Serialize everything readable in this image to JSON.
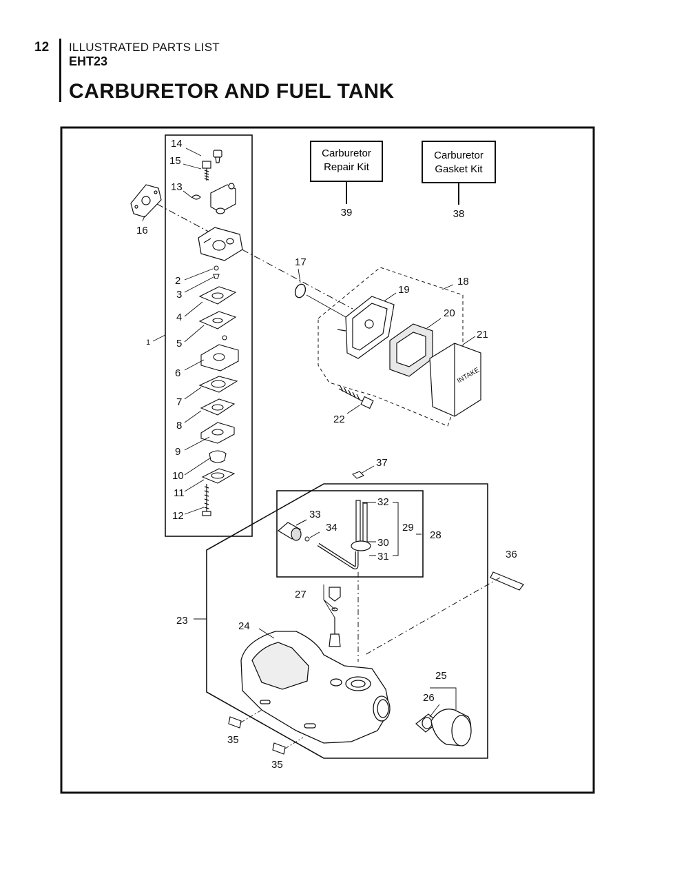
{
  "header": {
    "page_number": "12",
    "section": "ILLUSTRATED PARTS LIST",
    "model": "EHT23",
    "title": "CARBURETOR AND FUEL TANK"
  },
  "kits": {
    "repair_line1": "Carburetor",
    "repair_line2": "Repair Kit",
    "repair_ref": "39",
    "gasket_line1": "Carburetor",
    "gasket_line2": "Gasket Kit",
    "gasket_ref": "38"
  },
  "callouts": {
    "c1": "1",
    "c2": "2",
    "c3": "3",
    "c4": "4",
    "c5": "5",
    "c6": "6",
    "c7": "7",
    "c8": "8",
    "c9": "9",
    "c10": "10",
    "c11": "11",
    "c12": "12",
    "c13": "13",
    "c14": "14",
    "c15": "15",
    "c16": "16",
    "c17": "17",
    "c18": "18",
    "c19": "19",
    "c20": "20",
    "c21": "21",
    "c22": "22",
    "c23": "23",
    "c24": "24",
    "c25": "25",
    "c26": "26",
    "c27": "27",
    "c28": "28",
    "c29": "29",
    "c30": "30",
    "c31": "31",
    "c32": "32",
    "c33": "33",
    "c34": "34",
    "c35a": "35",
    "c35b": "35",
    "c36": "36",
    "c37": "37"
  },
  "air_cover_text": "INTAKE"
}
